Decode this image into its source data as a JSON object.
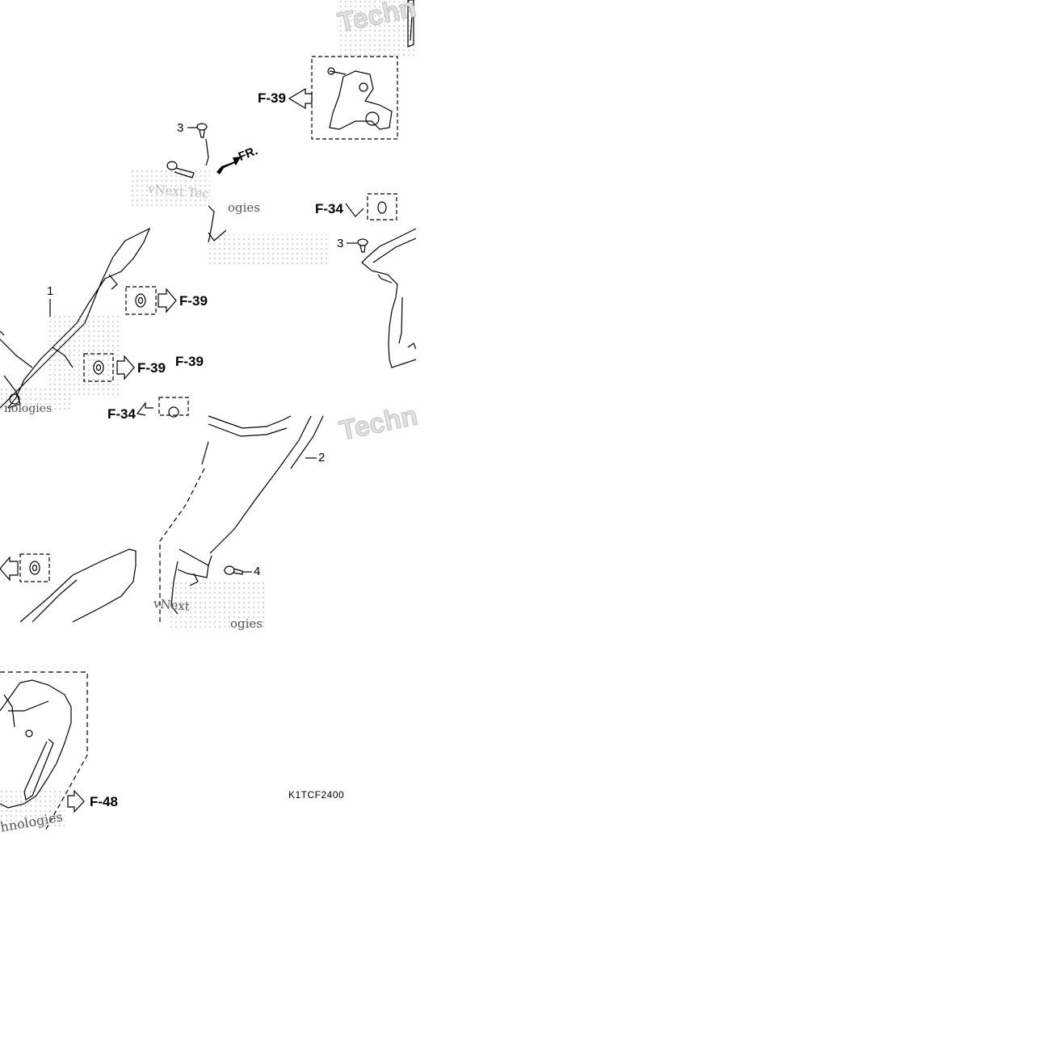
{
  "diagram": {
    "part_numbers": [
      "1",
      "2",
      "3",
      "3",
      "4"
    ],
    "references": [
      "F-39",
      "F-39",
      "F-39",
      "F-39",
      "F-34",
      "F-34",
      "F-48"
    ],
    "direction_label": "FR.",
    "drawing_code": "K1TCF2400",
    "watermark": {
      "brand_text": "Techn",
      "repeated": [
        "vNext Tec",
        "ogies",
        "nologies",
        "vNext",
        "ogies",
        "hnologies"
      ]
    },
    "colors": {
      "line": "#000000",
      "watermark": "#bdbdbd",
      "background": "#ffffff"
    }
  }
}
